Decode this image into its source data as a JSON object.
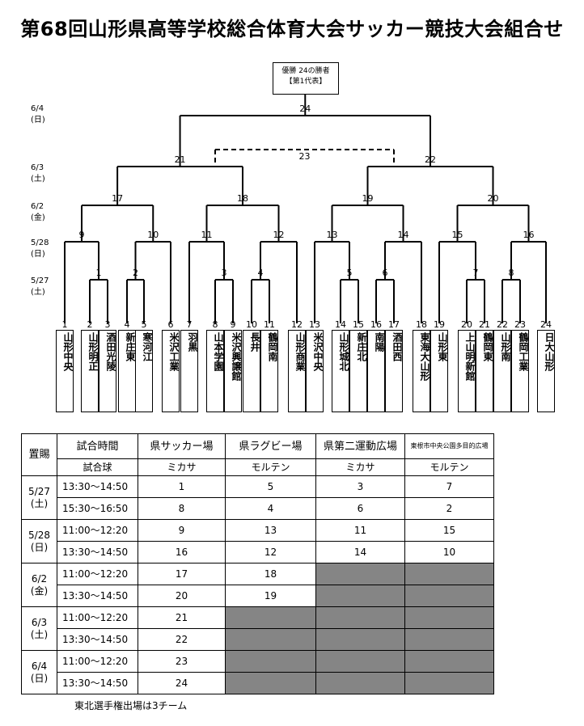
{
  "title": "第68回山形県高等学校総合体育大会サッカー競技大会組合せ",
  "winner_box": {
    "line1": "優勝 24の勝者",
    "line2": "【第1代表】"
  },
  "dates": [
    {
      "md": "6/4",
      "dow": "(日)"
    },
    {
      "md": "6/3",
      "dow": "(土)"
    },
    {
      "md": "6/2",
      "dow": "(金)"
    },
    {
      "md": "5/28",
      "dow": "(日)"
    },
    {
      "md": "5/27",
      "dow": "(土)"
    }
  ],
  "teams": [
    {
      "no": "1",
      "name": "山形中央"
    },
    {
      "no": "2",
      "name": "山形明正"
    },
    {
      "no": "3",
      "name": "酒田光陵"
    },
    {
      "no": "4",
      "name": "新庄東"
    },
    {
      "no": "5",
      "name": "寒河江"
    },
    {
      "no": "6",
      "name": "米沢工業"
    },
    {
      "no": "7",
      "name": "羽黒"
    },
    {
      "no": "8",
      "name": "山本学園"
    },
    {
      "no": "9",
      "name": "米沢興譲館"
    },
    {
      "no": "10",
      "name": "長井"
    },
    {
      "no": "11",
      "name": "鶴岡南"
    },
    {
      "no": "12",
      "name": "山形商業"
    },
    {
      "no": "13",
      "name": "米沢中央"
    },
    {
      "no": "14",
      "name": "山形城北"
    },
    {
      "no": "15",
      "name": "新庄北"
    },
    {
      "no": "16",
      "name": "南陽"
    },
    {
      "no": "17",
      "name": "酒田西"
    },
    {
      "no": "18",
      "name": "東海大山形"
    },
    {
      "no": "19",
      "name": "山形東"
    },
    {
      "no": "20",
      "name": "上山明新館"
    },
    {
      "no": "21",
      "name": "鶴岡東"
    },
    {
      "no": "22",
      "name": "山形南"
    },
    {
      "no": "23",
      "name": "鶴岡工業"
    },
    {
      "no": "24",
      "name": "日大山形"
    }
  ],
  "match_numbers": [
    "1",
    "2",
    "3",
    "4",
    "5",
    "6",
    "7",
    "8",
    "9",
    "10",
    "11",
    "12",
    "13",
    "14",
    "15",
    "16",
    "17",
    "18",
    "19",
    "20",
    "21",
    "22",
    "23",
    "24"
  ],
  "schedule": {
    "headers": {
      "venue": "置賜",
      "time": "試合時間",
      "ball": "試合球",
      "fields": [
        "県サッカー場",
        "県ラグビー場",
        "県第二運動広場",
        "東根市中央公園多目的広場"
      ],
      "balls": [
        "ミカサ",
        "モルテン",
        "ミカサ",
        "モルテン"
      ]
    },
    "days": [
      {
        "md": "5/27",
        "dow": "(土)",
        "rows": [
          {
            "time": "13:30～14:50",
            "games": [
              "1",
              "5",
              "3",
              "7"
            ]
          },
          {
            "time": "15:30～16:50",
            "games": [
              "8",
              "4",
              "6",
              "2"
            ]
          }
        ]
      },
      {
        "md": "5/28",
        "dow": "(日)",
        "rows": [
          {
            "time": "11:00～12:20",
            "games": [
              "9",
              "13",
              "11",
              "15"
            ]
          },
          {
            "time": "13:30～14:50",
            "games": [
              "16",
              "12",
              "14",
              "10"
            ]
          }
        ]
      },
      {
        "md": "6/2",
        "dow": "(金)",
        "rows": [
          {
            "time": "11:00～12:20",
            "games": [
              "17",
              "18",
              "",
              ""
            ]
          },
          {
            "time": "13:30～14:50",
            "games": [
              "20",
              "19",
              "",
              ""
            ]
          }
        ]
      },
      {
        "md": "6/3",
        "dow": "(土)",
        "rows": [
          {
            "time": "11:00～12:20",
            "games": [
              "21",
              "",
              "",
              ""
            ]
          },
          {
            "time": "13:30～14:50",
            "games": [
              "22",
              "",
              "",
              ""
            ]
          }
        ]
      },
      {
        "md": "6/4",
        "dow": "(日)",
        "rows": [
          {
            "time": "11:00～12:20",
            "games": [
              "23",
              "",
              "",
              ""
            ]
          },
          {
            "time": "13:30～14:50",
            "games": [
              "24",
              "",
              "",
              ""
            ]
          }
        ]
      }
    ],
    "gray_cells": "unused fields shaded gray"
  },
  "note": "東北選手権出場は3チーム",
  "colors": {
    "line": "#000000",
    "shade": "#858585",
    "background": "#ffffff"
  }
}
